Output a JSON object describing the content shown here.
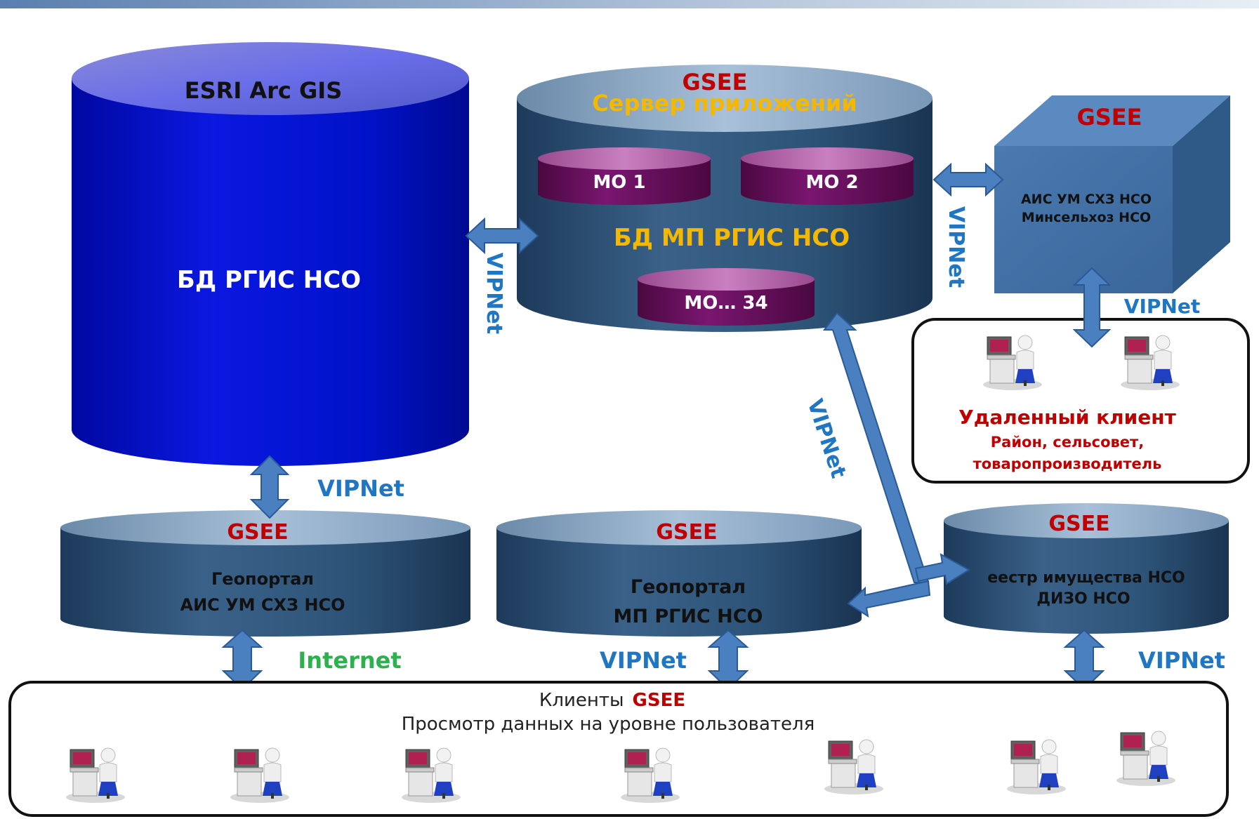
{
  "colors": {
    "gsee_red": "#c00000",
    "app_server_orange": "#f5b800",
    "vipnet_blue": "#1f77c4",
    "internet_green": "#2db14e",
    "db_blue": "#0010c8",
    "cyl_steel": "#2d5478",
    "mo_purple": "#6a1060",
    "arrow_blue": "#4a7fc0"
  },
  "main_db": {
    "top_label": "ESRI Arc GIS",
    "body_label": "БД  РГИС НСО"
  },
  "app_server": {
    "gsee": "GSEE",
    "title": "Сервер приложений",
    "db_label": "БД МП РГИС НСО",
    "mo1": "МО 1",
    "mo2": "МО 2",
    "mo34": "МО… 34"
  },
  "cube": {
    "gsee": "GSEE",
    "line1": "АИС УМ СХЗ НСО",
    "line2": "Минсельхоз НСО"
  },
  "remote_client": {
    "title": "Удаленный клиент",
    "line1": "Район, сельсовет,",
    "line2": "товаропроизводитель"
  },
  "geoportal_ais": {
    "gsee": "GSEE",
    "line1": "Геопортал",
    "line2": "АИС УМ СХЗ НСО"
  },
  "geoportal_mp": {
    "gsee": "GSEE",
    "line1": "Геопортал",
    "line2": "МП РГИС НСО"
  },
  "registry": {
    "gsee": "GSEE",
    "line1": "еестр имущества НСО",
    "line2": "ДИЗО НСО"
  },
  "links": {
    "vipnet_app": "VIPNet",
    "vipnet_cube": "VIPNet",
    "vipnet_cube_down": "VIPNet",
    "vipnet_diag": "VIPNet",
    "vipnet_main": "VIPNet",
    "internet": "Internet",
    "vipnet_mp": "VIPNet",
    "vipnet_registry": "VIPNet"
  },
  "clients": {
    "prefix": "Клиенты",
    "gsee": "GSEE",
    "subtitle": "Просмотр данных на  уровне пользователя"
  },
  "icons": {
    "workstation": "computer-user-icon"
  }
}
